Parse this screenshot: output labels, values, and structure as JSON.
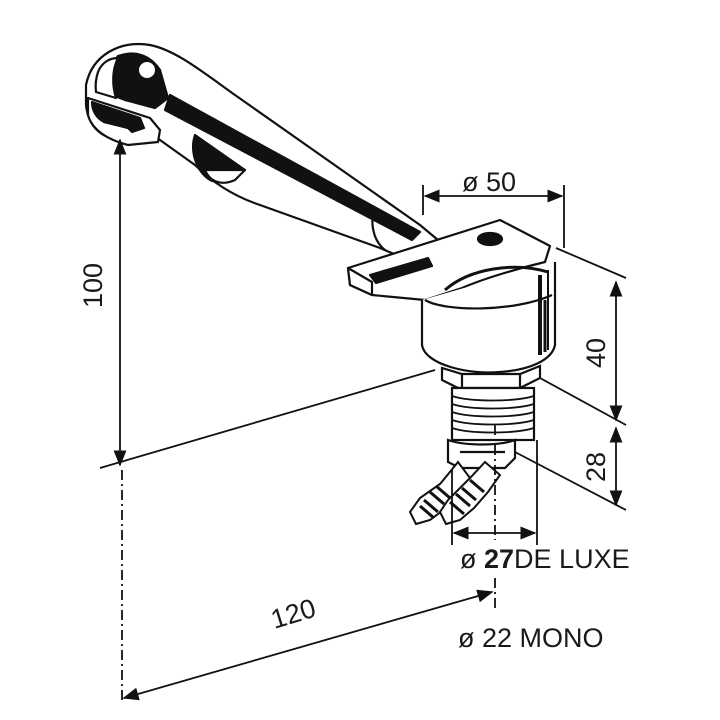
{
  "diagram": {
    "title": "Faucet dimension drawing",
    "colors": {
      "line": "#111111",
      "text": "#1a1a1a",
      "background": "#ffffff"
    },
    "dimensions": {
      "diameter_top": {
        "symbol": "ø",
        "value": "50",
        "label": "ø 50"
      },
      "height_spout": {
        "value": "100",
        "label": "100"
      },
      "height_body": {
        "value": "40",
        "label": "40"
      },
      "height_shank": {
        "value": "28",
        "label": "28"
      },
      "reach": {
        "value": "120",
        "label": "120"
      },
      "hole_deluxe": {
        "symbol": "ø",
        "value": "27",
        "variant": "DE LUXE",
        "prefix": "ø ",
        "number": "27",
        "suffix": "DE LUXE"
      },
      "hole_mono": {
        "symbol": "ø",
        "value": "22",
        "variant": "MONO",
        "label": "ø 22 MONO"
      }
    },
    "parts": [
      "spout",
      "lever-handle",
      "valve-body",
      "hex-nut",
      "threaded-shank",
      "hose-connectors"
    ]
  }
}
